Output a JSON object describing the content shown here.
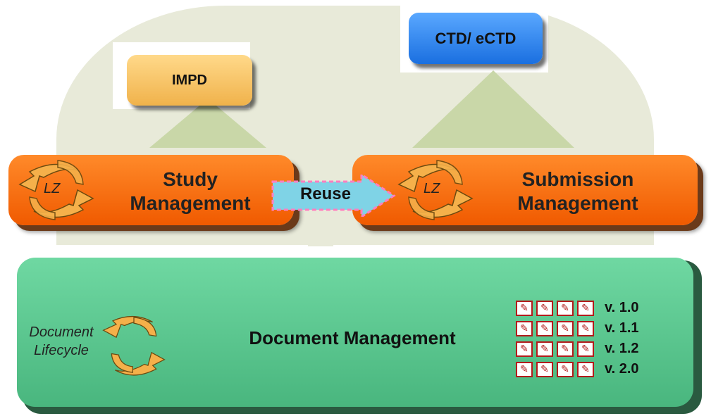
{
  "labels": {
    "impd": "IMPD",
    "ctd": "CTD/ eCTD",
    "study_line1": "Study",
    "study_line2": "Management",
    "submission_line1": "Submission",
    "submission_line2": "Management",
    "lz": "LZ",
    "reuse": "Reuse",
    "document_management": "Document Management",
    "lifecycle_line1": "Document",
    "lifecycle_line2": "Lifecycle"
  },
  "versions": [
    "v. 1.0",
    "v. 1.1",
    "v. 1.2",
    "v. 2.0"
  ],
  "colors": {
    "orange": "#f05a00",
    "green": "#49b67e",
    "blue": "#1a6fe0",
    "yellow": "#f0b24b",
    "cyan_arrow": "#7fd3e6",
    "cycle_arrow": "#f5b04a"
  },
  "icons": [
    "cycle-arrows-icon",
    "pdf-document-icon"
  ]
}
